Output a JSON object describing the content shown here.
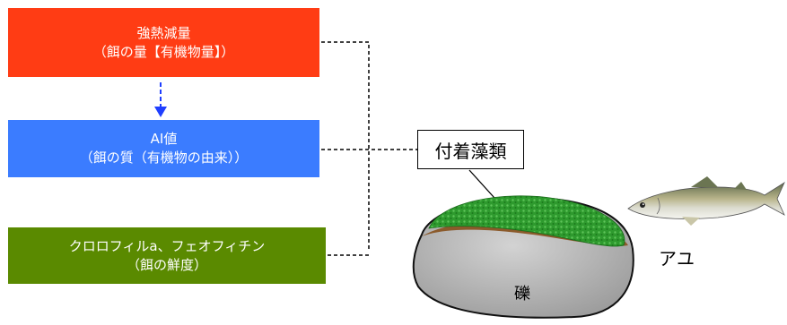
{
  "boxes": {
    "ignition": {
      "line1": "強熱減量",
      "line2": "（餌の量【有機物量】）",
      "color": "#ff3c14"
    },
    "ai": {
      "line1": "AI値",
      "line2": "（餌の質（有機物の由来））",
      "color": "#3b7cff"
    },
    "chlorophyll": {
      "line1": "クロロフィルa、フェオフィチン",
      "line2": "（餌の鮮度）",
      "color": "#5a8a00"
    }
  },
  "labels": {
    "attached_algae": "付着藻類",
    "gravel": "礫",
    "ayu": "アユ"
  },
  "icons": {
    "arrow": "arrow-down-icon",
    "fish": "ayu-fish-icon",
    "stone": "stone-icon"
  }
}
